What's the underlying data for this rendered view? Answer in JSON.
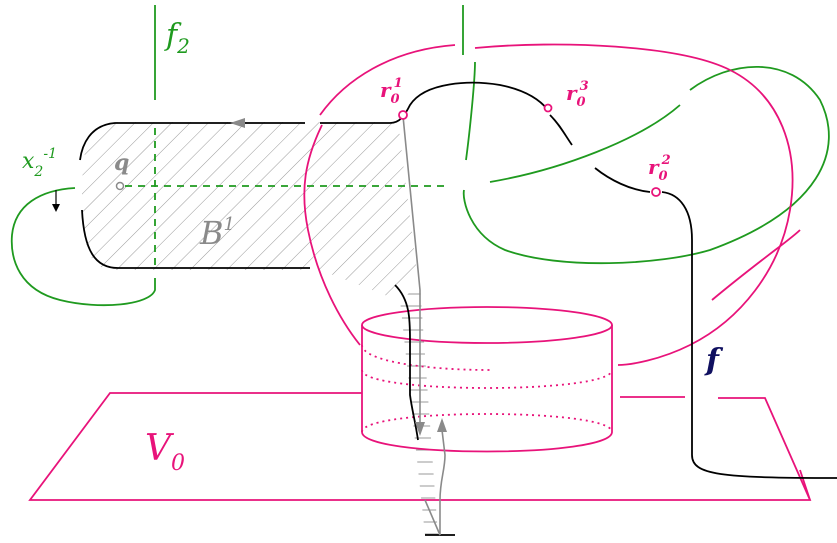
{
  "labels": {
    "f2_main": "f",
    "f2_sub": "2",
    "x2_main": "x",
    "x2_sub": "2",
    "x2_sup": "-1",
    "q": "q",
    "B1_main": "B",
    "B1_sup": "1",
    "r01_main": "r",
    "r01_sub": "0",
    "r01_sup": "1",
    "r03_main": "r",
    "r03_sub": "0",
    "r03_sup": "3",
    "r02_main": "r",
    "r02_sub": "0",
    "r02_sup": "2",
    "f": "f",
    "V0_main": "V",
    "V0_sub": "0"
  },
  "colors": {
    "magenta": "#e8137a",
    "green": "#1f9a1f",
    "black": "#000000",
    "gray": "#8a8a8a",
    "hatch": "#9a9a9a",
    "navy": "#101060"
  }
}
